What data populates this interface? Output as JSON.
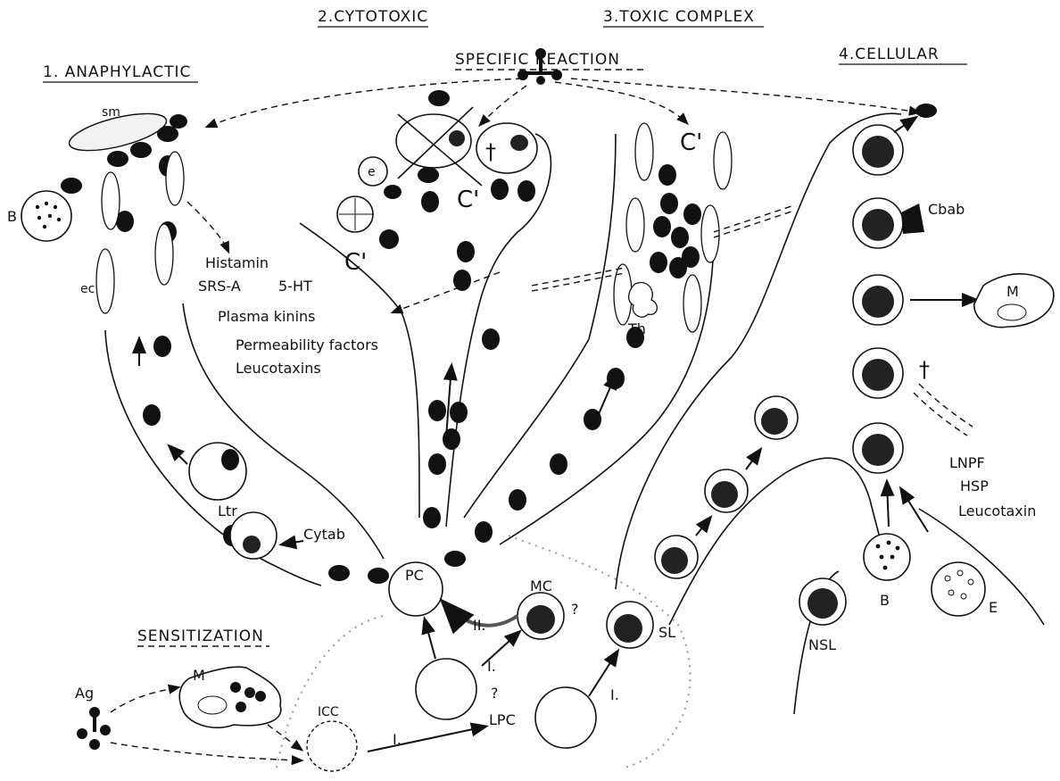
{
  "headings": {
    "anaphylactic": "1. ANAPHYLACTIC",
    "cytotoxic": "2.CYTOTOXIC",
    "toxic_complex": "3.TOXIC COMPLEX",
    "cellular": "4.CELLULAR",
    "specific_reaction": "SPECIFIC REACTION",
    "sensitization": "SENSITIZATION"
  },
  "labels": {
    "sm": "sm",
    "B_left": "B",
    "ec": "ec",
    "e": "e",
    "Th": "Th",
    "Ltr": "Ltr",
    "Cytab": "Cytab",
    "PC": "PC",
    "MC": "MC",
    "SL": "SL",
    "q1": "?",
    "q2": "?",
    "roman_II": "II.",
    "roman_I_a": "I.",
    "roman_I_b": "I.",
    "roman_I_c": "I.",
    "LPC": "LPC",
    "ICC": "ICC",
    "M_left": "M",
    "Ag": "Ag",
    "Cbab": "Cbab",
    "M_right": "M",
    "NSL": "NSL",
    "B_right": "B",
    "E": "E",
    "dagger_a": "†",
    "dagger_b": "†",
    "complement_a": "C'",
    "complement_b": "C'",
    "complement_c": "C'"
  },
  "mediators": [
    "Histamin",
    "SRS-A",
    "5-HT",
    "Plasma kinins",
    "Permeability factors",
    "Leucotaxins"
  ],
  "cellular_factors": [
    "LNPF",
    "HSP",
    "Leucotaxin"
  ]
}
